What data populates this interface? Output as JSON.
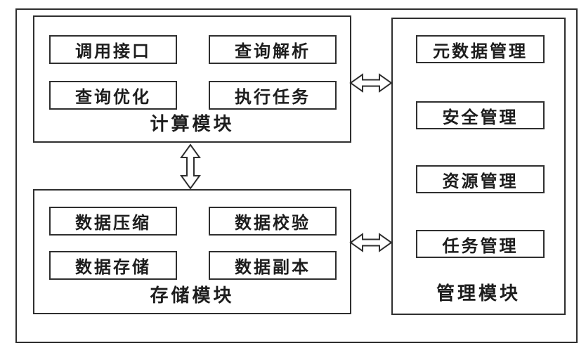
{
  "diagram_title": "",
  "modules": {
    "compute": {
      "label": "计算模块",
      "boxes": [
        "调用接口",
        "查询解析",
        "查询优化",
        "执行任务"
      ]
    },
    "storage": {
      "label": "存储模块",
      "boxes": [
        "数据压缩",
        "数据校验",
        "数据存储",
        "数据副本"
      ]
    },
    "manage": {
      "label": "管理模块",
      "boxes": [
        "元数据管理",
        "安全管理",
        "资源管理",
        "任务管理"
      ]
    }
  },
  "connectors": [
    {
      "from": "计算模块",
      "to": "管理模块",
      "type": "double-arrow",
      "orientation": "horizontal"
    },
    {
      "from": "计算模块",
      "to": "存储模块",
      "type": "double-arrow",
      "orientation": "vertical"
    },
    {
      "from": "存储模块",
      "to": "管理模块",
      "type": "double-arrow",
      "orientation": "horizontal"
    }
  ],
  "colors": {
    "border": "#2f2f2f",
    "background": "#ffffff",
    "text": "#1d1d1d"
  }
}
